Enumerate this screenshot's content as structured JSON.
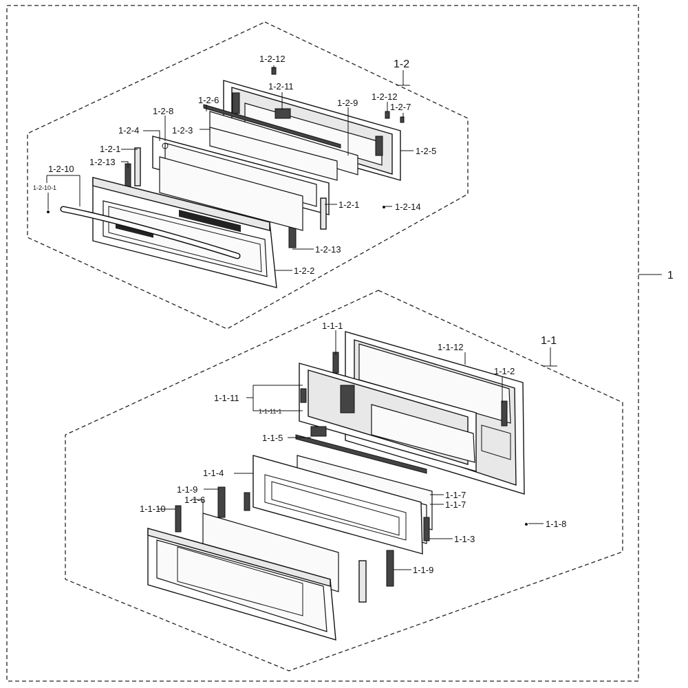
{
  "labels": {
    "root": "1",
    "upper_group": "1-2",
    "lower_group": "1-1",
    "p_1_2_12a": "1-2-12",
    "p_1_2_11": "1-2-11",
    "p_1_2_12b": "1-2-12",
    "p_1_2_7": "1-2-7",
    "p_1_2_6": "1-2-6",
    "p_1_2_9": "1-2-9",
    "p_1_2_8": "1-2-8",
    "p_1_2_4": "1-2-4",
    "p_1_2_3": "1-2-3",
    "p_1_2_5": "1-2-5",
    "p_1_2_1a": "1-2-1",
    "p_1_2_13a": "1-2-13",
    "p_1_2_10": "1-2-10",
    "p_1_2_10_1": "1-2-10-1",
    "p_1_2_1b": "1-2-1",
    "p_1_2_14": "1-2-14",
    "p_1_2_13b": "1-2-13",
    "p_1_2_2": "1-2-2",
    "p_1_1_1": "1-1-1",
    "p_1_1_12": "1-1-12",
    "p_1_1_2": "1-1-2",
    "p_1_1_11": "1-1-11",
    "p_1_1_11_1": "1-1-11-1",
    "p_1_1_5": "1-1-5",
    "p_1_1_4": "1-1-4",
    "p_1_1_9a": "1-1-9",
    "p_1_1_6": "1-1-6",
    "p_1_1_10": "1-1-10",
    "p_1_1_7a": "1-1-7",
    "p_1_1_7b": "1-1-7",
    "p_1_1_8": "1-1-8",
    "p_1_1_3": "1-1-3",
    "p_1_1_9b": "1-1-9"
  }
}
